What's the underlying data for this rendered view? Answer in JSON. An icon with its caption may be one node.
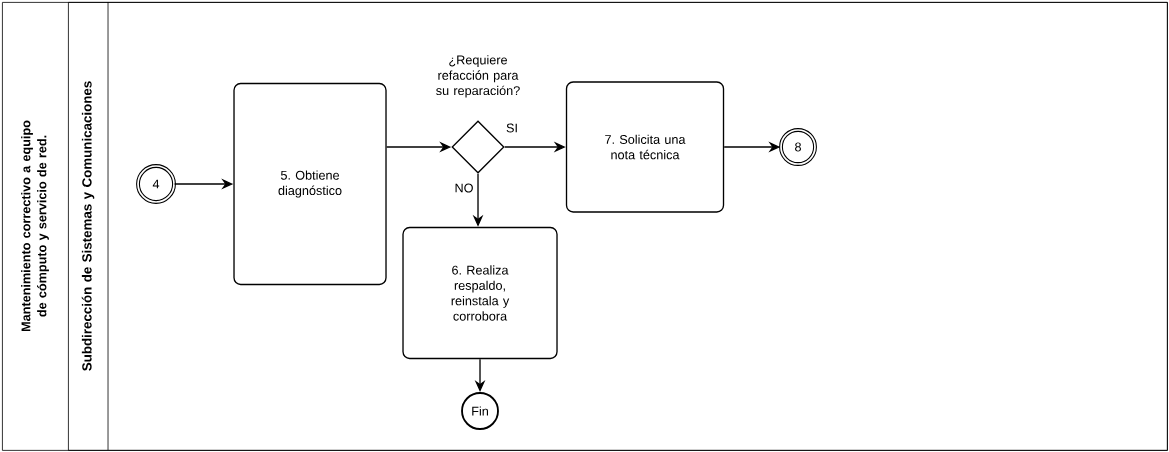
{
  "diagram": {
    "nodes": [
      {
        "text": [
          "Mantenimiento correctivo a equipo de cómputo y servicio de red."
        ]
      },
      {
        "text": [
          "Subdirección de Sistemas y Comunicaciones"
        ],
        "in": 0
      },
      {
        "text": [
          "4"
        ],
        "in": 1
      },
      {
        "text": [
          "5. Obtiene diagnóstico"
        ],
        "in": 1
      },
      {
        "text": [
          "¿Requiere refacción para su reparación?"
        ],
        "in": 1
      },
      {
        "text": [
          "7. Solicita una nota técnica"
        ],
        "in": 1
      },
      {
        "text": [
          "8"
        ],
        "in": 1
      },
      {
        "text": [
          "6. Realiza respaldo, reinstala y corrobora"
        ],
        "in": 1
      },
      {
        "text": [
          "Fin"
        ],
        "in": 1
      }
    ],
    "edges": [
      {
        "from": 2,
        "to": 3,
        "arrow": "to"
      },
      {
        "from": 3,
        "to": 4,
        "arrow": "to"
      },
      {
        "from": 4,
        "to": 5,
        "arrow": "to",
        "label": "SI"
      },
      {
        "from": 5,
        "to": 6,
        "arrow": "to"
      },
      {
        "from": 4,
        "to": 7,
        "arrow": "to",
        "label": "NO"
      },
      {
        "from": 7,
        "to": 8,
        "arrow": "to"
      }
    ]
  }
}
